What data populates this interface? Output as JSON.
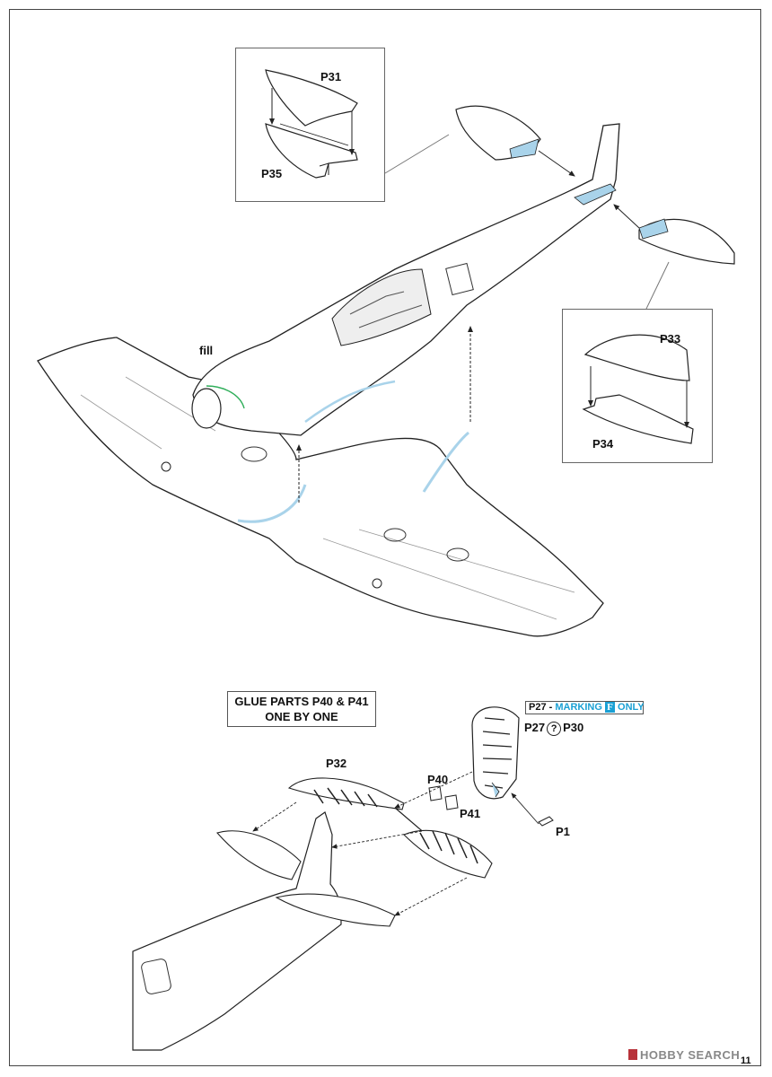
{
  "page": {
    "number": "11"
  },
  "upper_step": {
    "labels": {
      "fill": "fill"
    },
    "detail_left": {
      "parts": [
        "P31",
        "P35"
      ]
    },
    "detail_right": {
      "parts": [
        "P33",
        "P34"
      ]
    }
  },
  "lower_step": {
    "note": {
      "line1": "GLUE PARTS P40 & P41",
      "line2": "ONE BY ONE"
    },
    "marking": {
      "part": "P27 -",
      "text": "MARKING",
      "letter": "F",
      "suffix": "ONLY"
    },
    "swap": {
      "from": "P27",
      "symbol": "?",
      "to": "P30"
    },
    "parts": [
      "P32",
      "P40",
      "P41",
      "P1"
    ]
  },
  "watermark": {
    "text": "HOBBY SEARCH"
  },
  "colors": {
    "highlight_blue": "#a9d3ea",
    "outline": "#222222",
    "fill_line": "#2fae5a",
    "accent_cyan": "#1aa0d4"
  }
}
